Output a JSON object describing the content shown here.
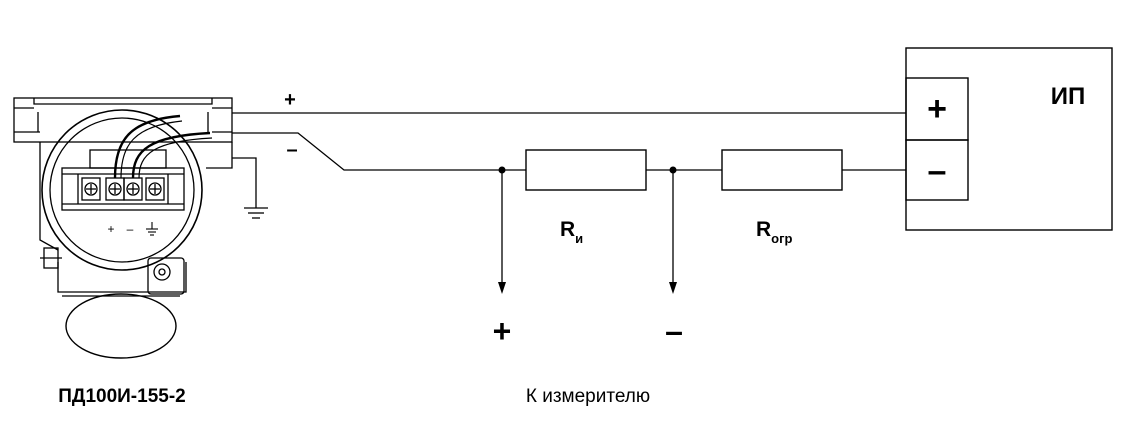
{
  "device": {
    "name": "ПД100И-155-2",
    "terminal_plus": "+",
    "terminal_minus": "–"
  },
  "wires": {
    "plus_label": "+",
    "minus_label": "–"
  },
  "resistors": [
    {
      "symbol": "R",
      "subscript": "и"
    },
    {
      "symbol": "R",
      "subscript": "огр"
    }
  ],
  "power_supply": {
    "label": "ИП",
    "plus": "+",
    "minus": "–"
  },
  "meter": {
    "plus": "+",
    "minus": "–",
    "caption": "К измерителю"
  }
}
